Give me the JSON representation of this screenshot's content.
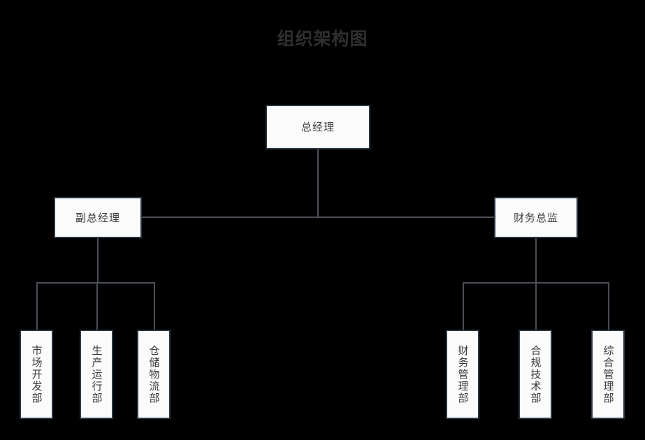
{
  "chart": {
    "title": "组织架构图",
    "background_color": "#000000",
    "title_color": "#2f2f2f",
    "node_fill": "#fbfbfb",
    "node_border": "#2b3643",
    "node_text_color": "#3a3a3a",
    "connector_color": "#4a4f56"
  },
  "nodes": {
    "root": {
      "label": "总经理"
    },
    "level2": [
      {
        "label": "副总经理"
      },
      {
        "label": "财务总监"
      }
    ],
    "left_children": [
      {
        "label": "市场开发部"
      },
      {
        "label": "生产运行部"
      },
      {
        "label": "仓储物流部"
      }
    ],
    "right_children": [
      {
        "label": "财务管理部"
      },
      {
        "label": "合规技术部"
      },
      {
        "label": "综合管理部"
      }
    ]
  }
}
